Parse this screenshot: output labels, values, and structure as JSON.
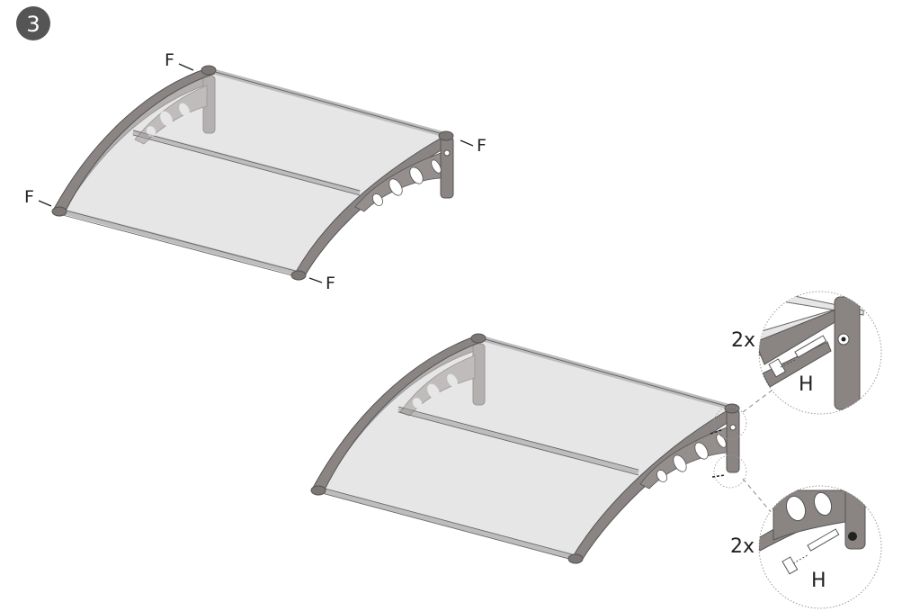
{
  "step": {
    "number": "3"
  },
  "canopy_top": {
    "fastener_labels": [
      "F",
      "F",
      "F",
      "F"
    ]
  },
  "canopy_bottom": {},
  "detail_upper": {
    "quantity": "2x",
    "part": "H"
  },
  "detail_lower": {
    "quantity": "2x",
    "part": "H"
  },
  "colors": {
    "bracket": "#8a8483",
    "bracket_dark": "#6e6766",
    "panel": "#e8e8e8",
    "outline": "#555555",
    "badge": "#555555",
    "leader": "#888888"
  }
}
